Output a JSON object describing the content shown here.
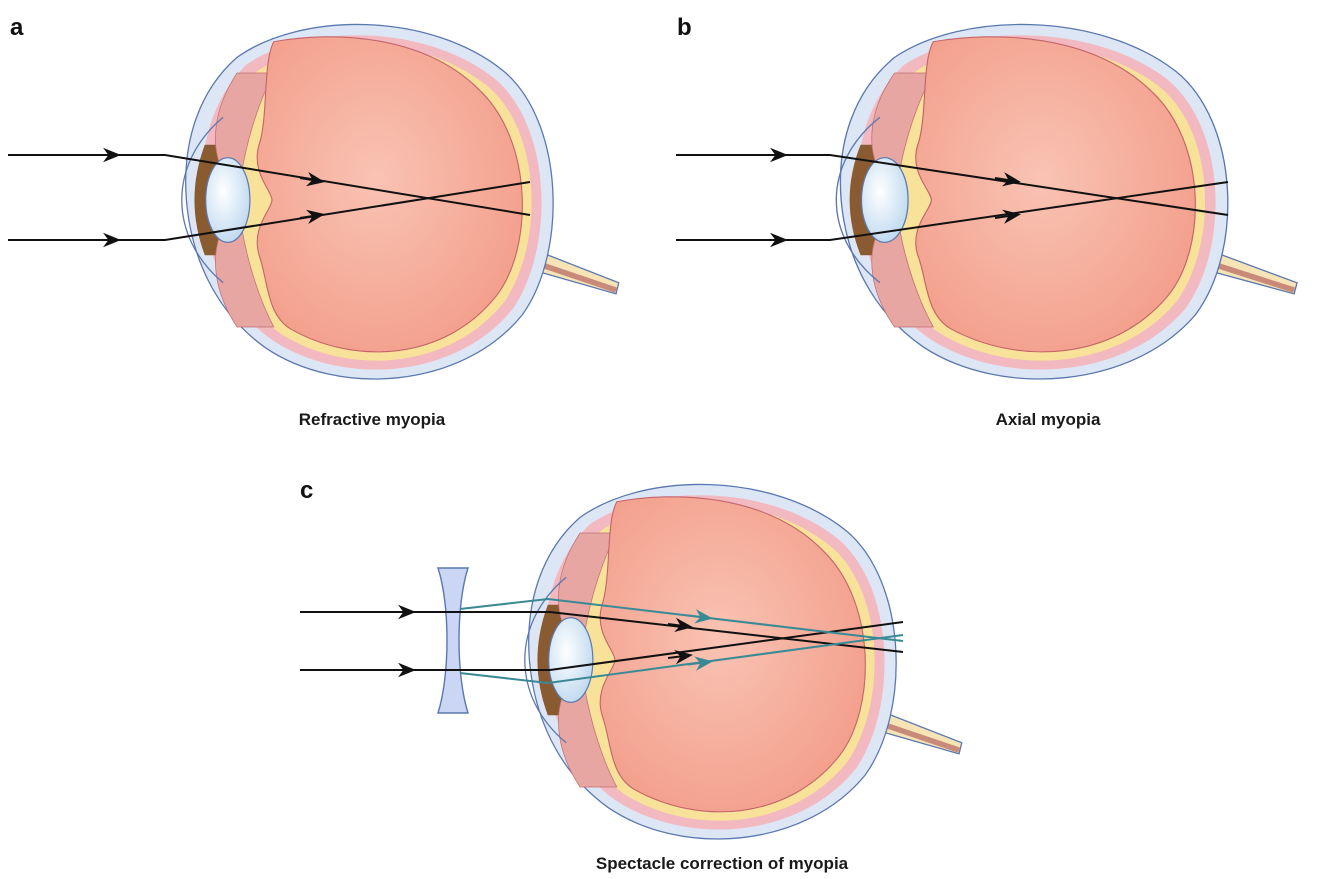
{
  "panels": [
    {
      "letter": "a",
      "caption": "Refractive myopia"
    },
    {
      "letter": "b",
      "caption": "Axial myopia"
    },
    {
      "letter": "c",
      "caption": "Spectacle correction of myopia"
    }
  ],
  "colors": {
    "vitreous": "#f7b3a2",
    "sclera": "#dce6f4",
    "sclera_outline": "#5a78b0",
    "choroid": "#f1b7bf",
    "retina": "#f7e59a",
    "lens": "#dff0fb",
    "iris": "#8a5a30",
    "ciliary": "#e9a8a3",
    "ray": "#111111",
    "corrected_ray": "#3a8a96",
    "spectacle_lens": "#c7d4f2"
  },
  "icons": [
    "eye-cross-section",
    "concave-lens",
    "light-ray-arrow"
  ]
}
